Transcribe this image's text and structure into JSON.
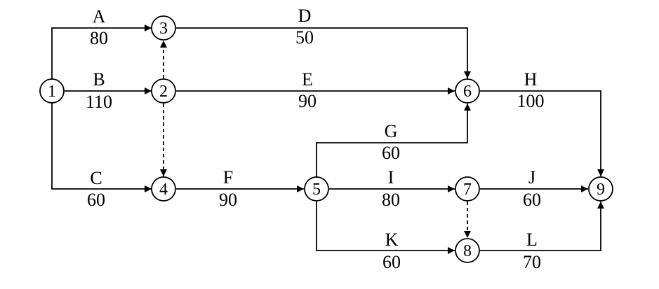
{
  "diagram": {
    "nodes": [
      "1",
      "2",
      "3",
      "4",
      "5",
      "6",
      "7",
      "8",
      "9"
    ],
    "activities": [
      {
        "id": "A",
        "name": "A",
        "duration": "80",
        "from": "1",
        "to": "3"
      },
      {
        "id": "B",
        "name": "B",
        "duration": "110",
        "from": "1",
        "to": "2"
      },
      {
        "id": "C",
        "name": "C",
        "duration": "60",
        "from": "1",
        "to": "4"
      },
      {
        "id": "D",
        "name": "D",
        "duration": "50",
        "from": "3",
        "to": "6"
      },
      {
        "id": "E",
        "name": "E",
        "duration": "90",
        "from": "2",
        "to": "6"
      },
      {
        "id": "F",
        "name": "F",
        "duration": "90",
        "from": "4",
        "to": "5"
      },
      {
        "id": "G",
        "name": "G",
        "duration": "60",
        "from": "5",
        "to": "6"
      },
      {
        "id": "H",
        "name": "H",
        "duration": "100",
        "from": "6",
        "to": "9"
      },
      {
        "id": "I",
        "name": "I",
        "duration": "80",
        "from": "5",
        "to": "7"
      },
      {
        "id": "J",
        "name": "J",
        "duration": "60",
        "from": "7",
        "to": "9"
      },
      {
        "id": "K",
        "name": "K",
        "duration": "60",
        "from": "5",
        "to": "8"
      },
      {
        "id": "L",
        "name": "L",
        "duration": "70",
        "from": "8",
        "to": "9"
      }
    ],
    "dummies": [
      {
        "from": "2",
        "to": "3"
      },
      {
        "from": "2",
        "to": "4"
      },
      {
        "from": "7",
        "to": "8"
      }
    ]
  }
}
